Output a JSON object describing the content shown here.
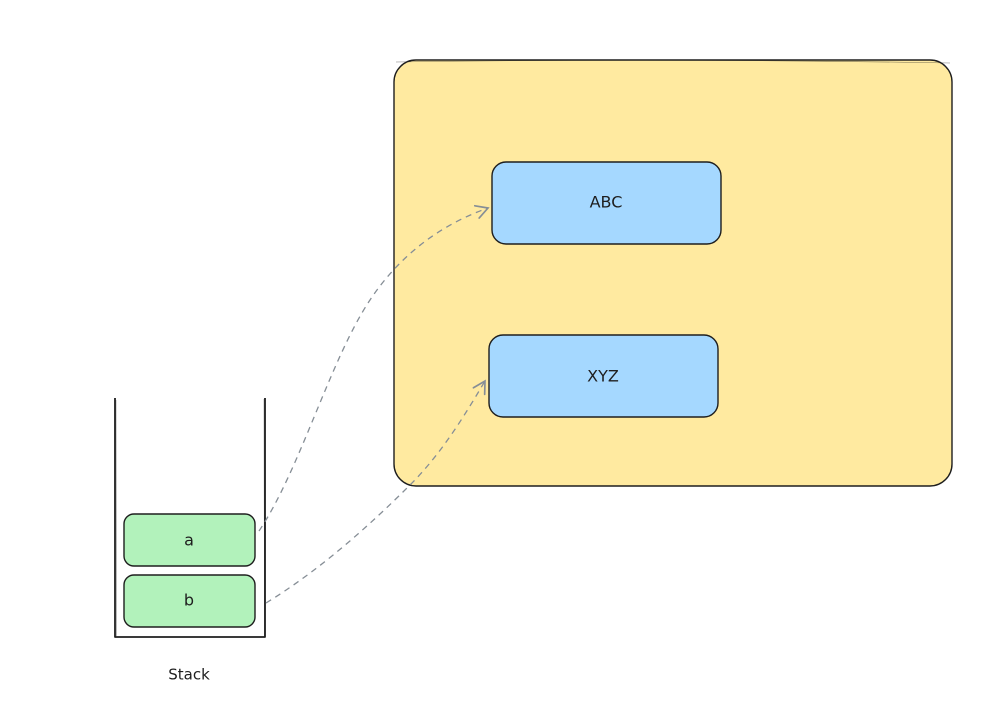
{
  "diagram": {
    "heap": {
      "fill": "#ffeaa0",
      "objects": [
        {
          "label": "ABC"
        },
        {
          "label": "XYZ"
        }
      ],
      "object_fill": "#a5d8ff"
    },
    "stack": {
      "caption": "Stack",
      "frame_fill": "#b2f2bb",
      "frames": [
        {
          "label": "a"
        },
        {
          "label": "b"
        }
      ]
    },
    "references": [
      {
        "from": "a",
        "to": "ABC",
        "style": "dashed"
      },
      {
        "from": "b",
        "to": "XYZ",
        "style": "dashed"
      }
    ],
    "stroke": "#1e1e1e",
    "arrow_color": "#868e96"
  }
}
